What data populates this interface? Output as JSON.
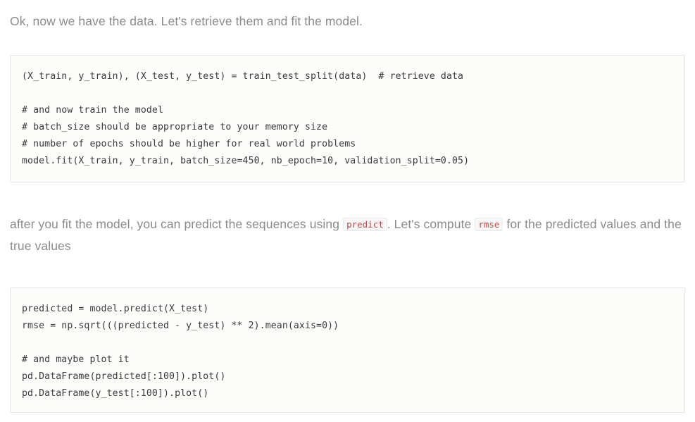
{
  "document": {
    "paragraph_one": "Ok, now we have the data. Let's retrieve them and fit the model.",
    "paragraph_two": {
      "part_1": "after you fit the model, you can predict the sequences using",
      "inline_code_1": "predict",
      "part_2": ". Let's compute",
      "inline_code_2": "rmse",
      "part_3": "for the predicted values and the true values"
    },
    "code_block_one": {
      "language": "python",
      "lines": [
        "(X_train, y_train), (X_test, y_test) = train_test_split(data)  # retrieve data",
        "",
        "# and now train the model",
        "# batch_size should be appropriate to your memory size",
        "# number of epochs should be higher for real world problems",
        "model.fit(X_train, y_train, batch_size=450, nb_epoch=10, validation_split=0.05)"
      ]
    },
    "code_block_two": {
      "language": "python",
      "lines": [
        "predicted = model.predict(X_test)",
        "rmse = np.sqrt(((predicted - y_test) ** 2).mean(axis=0))",
        "",
        "# and maybe plot it",
        "pd.DataFrame(predicted[:100]).plot()",
        "pd.DataFrame(y_test[:100]).plot()"
      ]
    }
  },
  "colors": {
    "page_background": "#ffffff",
    "prose_text": "#8b8b8b",
    "code_text": "#3b3b3b",
    "code_background": "#fcfcfa",
    "code_border": "#e6e6e6",
    "inline_code_text": "#b94a48",
    "inline_code_background": "#f7f7f7"
  }
}
